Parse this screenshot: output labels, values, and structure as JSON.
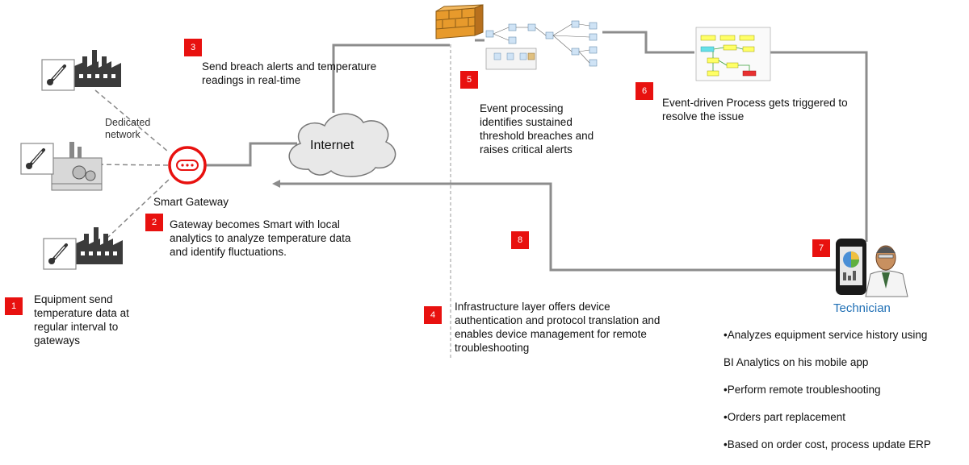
{
  "labels": {
    "dedicated_network": "Dedicated\nnetwork",
    "smart_gateway": "Smart Gateway",
    "internet": "Internet",
    "technician": "Technician"
  },
  "steps": [
    {
      "number": "1",
      "text": "Equipment send\ntemperature data at\nregular interval to\ngateways"
    },
    {
      "number": "2",
      "text": "Gateway becomes Smart with local\nanalytics to analyze temperature data\nand identify fluctuations."
    },
    {
      "number": "3",
      "text": "Send breach alerts and temperature\nreadings in real-time"
    },
    {
      "number": "4",
      "text": "Infrastructure layer offers device\nauthentication and protocol translation and\nenables device management for remote\ntroubleshooting"
    },
    {
      "number": "5",
      "text": "Event processing\nidentifies sustained\nthreshold breaches and\nraises critical alerts"
    },
    {
      "number": "6",
      "text": "Event-driven Process gets triggered to\nresolve the issue"
    },
    {
      "number": "7",
      "text": ""
    },
    {
      "number": "8",
      "text": ""
    }
  ],
  "technician_actions": [
    "•Analyzes equipment service history using",
    "BI Analytics on his mobile app",
    "•Perform remote troubleshooting",
    "•Orders part replacement",
    "•Based on order cost, process update ERP"
  ],
  "colors": {
    "accent_red": "#e8110f",
    "connector_gray": "#8c8c8c",
    "technician_blue": "#1f6fb5"
  },
  "icons": [
    "thermometer-icon",
    "factory-icon",
    "firewall-icon",
    "gateway-icon",
    "cloud-icon",
    "smartphone-icon",
    "technician-icon"
  ]
}
